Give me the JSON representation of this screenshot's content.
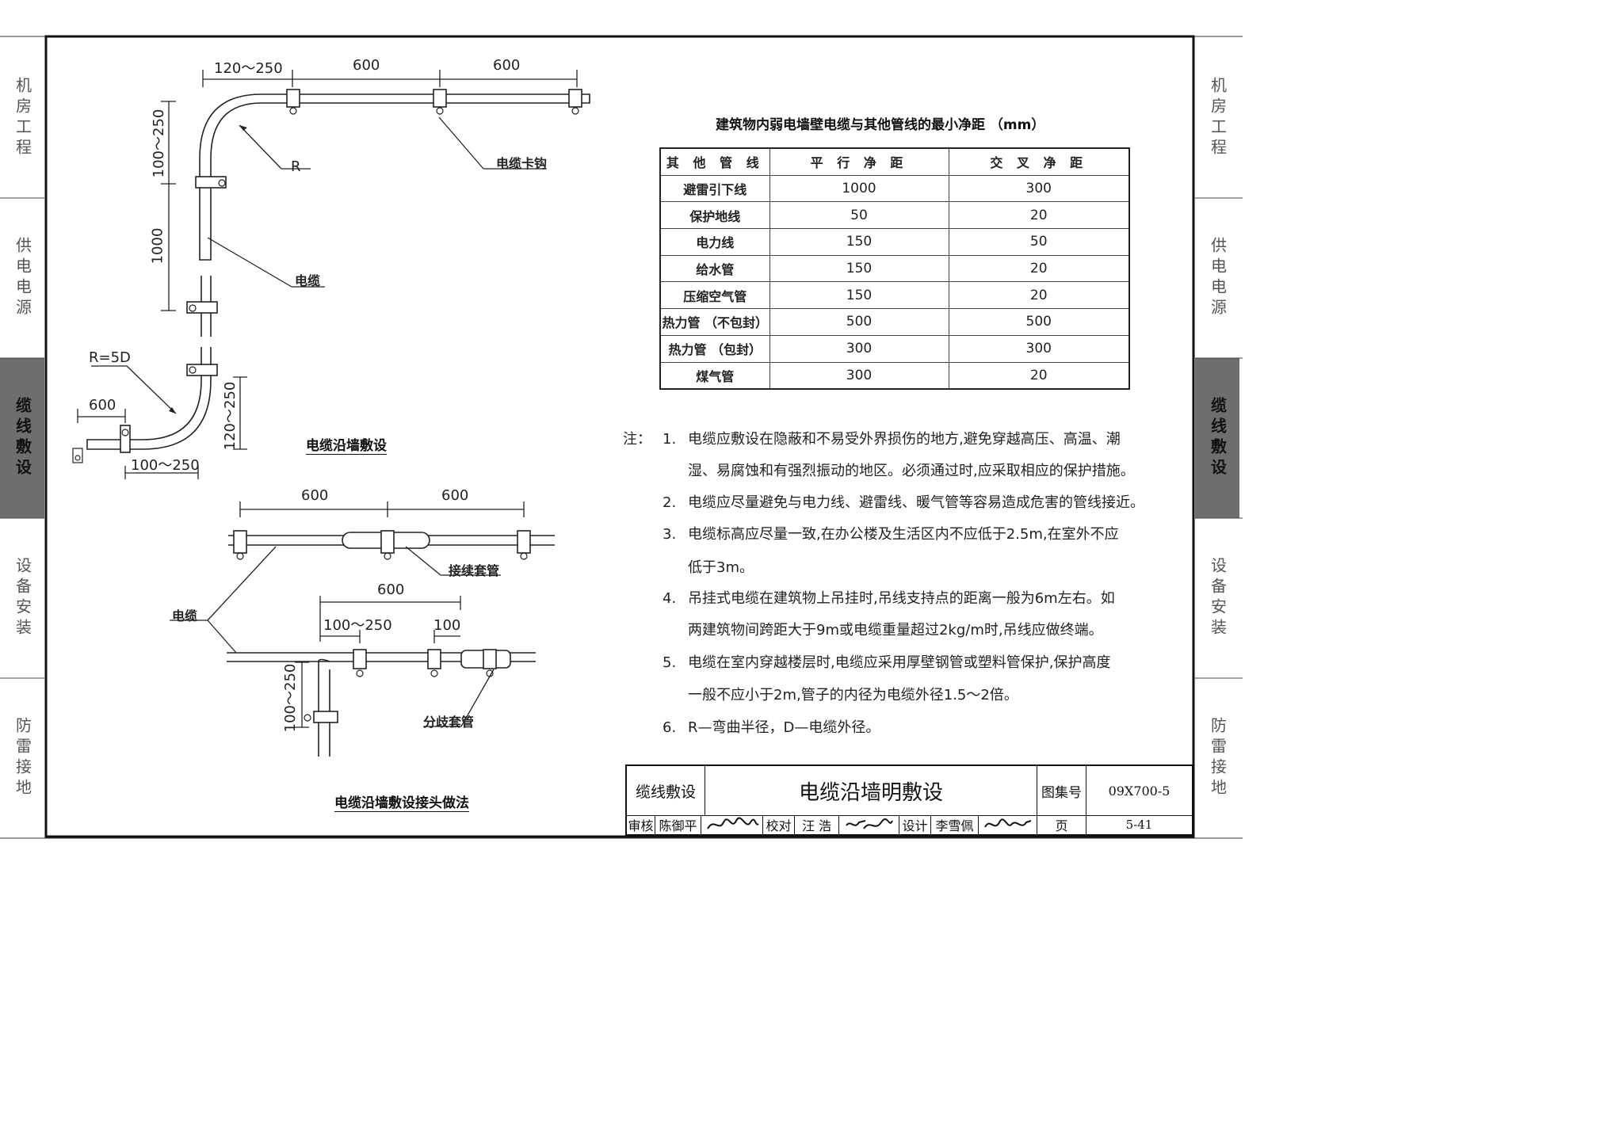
{
  "side_tabs": [
    {
      "label": "机房工程",
      "active": false
    },
    {
      "label": "供电电源",
      "active": false
    },
    {
      "label": "缆线敷设",
      "active": true
    },
    {
      "label": "设备安装",
      "active": false
    },
    {
      "label": "防雷接地",
      "active": false
    }
  ],
  "drawing1": {
    "dims": {
      "top_a": "120～250",
      "top_b": "600",
      "top_c": "600",
      "left_a": "100～250",
      "left_b": "1000",
      "bend_width": "600",
      "bend_run": "100～250",
      "bend_height": "120～250"
    },
    "labels": {
      "radius": "R",
      "hook": "电缆卡钩",
      "cable": "电缆",
      "radius_5d": "R=5D"
    },
    "caption": "电缆沿墙敷设"
  },
  "drawing2": {
    "dims": {
      "span_a": "600",
      "span_b": "600",
      "branch_total": "600",
      "branch_offset": "100～250",
      "branch_short": "100",
      "branch_drop": "100～250"
    },
    "labels": {
      "joint_sleeve": "接续套管",
      "cable": "电缆",
      "branch_sleeve": "分歧套管"
    },
    "caption": "电缆沿墙敷设接头做法"
  },
  "table": {
    "title": "建筑物内弱电墙壁电缆与其他管线的最小净距 （mm）",
    "headers": [
      "其 他 管 线",
      "平 行 净 距",
      "交 叉 净 距"
    ],
    "rows": [
      [
        "避雷引下线",
        "1000",
        "300"
      ],
      [
        "保护地线",
        "50",
        "20"
      ],
      [
        "电力线",
        "150",
        "50"
      ],
      [
        "给水管",
        "150",
        "20"
      ],
      [
        "压缩空气管",
        "150",
        "20"
      ],
      [
        "热力管 （不包封）",
        "500",
        "500"
      ],
      [
        "热力管 （包封）",
        "300",
        "300"
      ],
      [
        "煤气管",
        "300",
        "20"
      ]
    ]
  },
  "notes": {
    "label": "注：",
    "items": [
      {
        "num": "1.",
        "lines": [
          "电缆应敷设在隐蔽和不易受外界损伤的地方,避免穿越高压、高温、潮",
          "湿、易腐蚀和有强烈振动的地区。必须通过时,应采取相应的保护措施。"
        ]
      },
      {
        "num": "2.",
        "lines": [
          "电缆应尽量避免与电力线、避雷线、暖气管等容易造成危害的管线接近。"
        ]
      },
      {
        "num": "3.",
        "lines": [
          "电缆标高应尽量一致,在办公楼及生活区内不应低于2.5m,在室外不应",
          "低于3m。"
        ]
      },
      {
        "num": "4.",
        "lines": [
          "吊挂式电缆在建筑物上吊挂时,吊线支持点的距离一般为6m左右。如",
          "两建筑物间跨距大于9m或电缆重量超过2kg/m时,吊线应做终端。"
        ]
      },
      {
        "num": "5.",
        "lines": [
          "电缆在室内穿越楼层时,电缆应采用厚壁钢管或塑料管保护,保护高度",
          "一般不应小于2m,管子的内径为电缆外径1.5～2倍。"
        ]
      },
      {
        "num": "6.",
        "lines": [
          "R—弯曲半径，D—电缆外径。"
        ]
      }
    ]
  },
  "title_block": {
    "section": "缆线敷设",
    "title": "电缆沿墙明敷设",
    "atlas_label": "图集号",
    "atlas_no": "09X700-5",
    "review_label": "审核",
    "reviewer": "陈御平",
    "check_label": "校对",
    "checker": "汪 浩",
    "design_label": "设计",
    "designer": "李雪佩",
    "page_label": "页",
    "page_no": "5-41"
  }
}
